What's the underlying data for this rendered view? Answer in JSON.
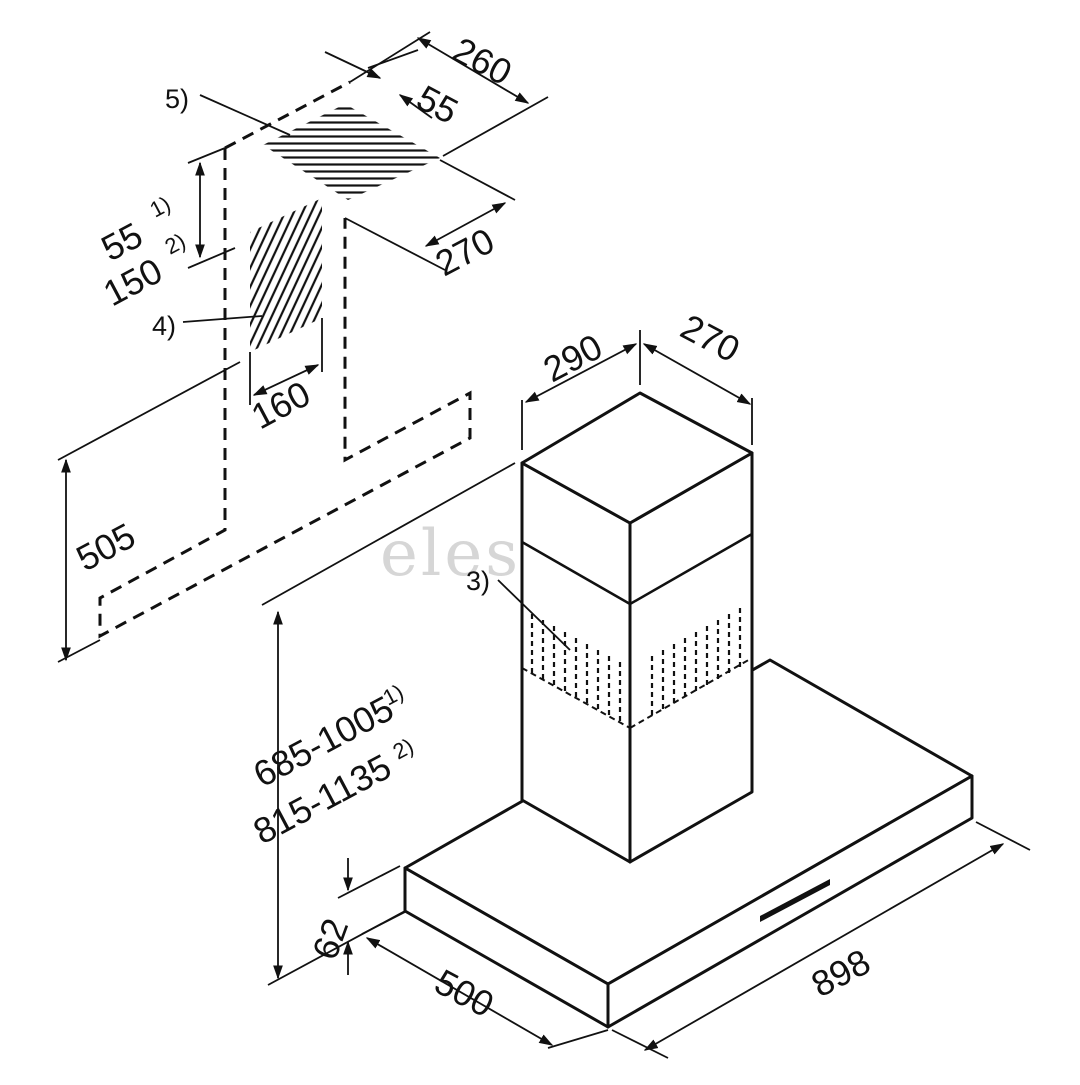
{
  "diagram": {
    "watermark": {
      "text": "elesen",
      "badge": "ele"
    },
    "dimensions": {
      "duct_depth_top": "260",
      "duct_offset_top": "55",
      "duct_width_top": "270",
      "outlet_offset_line1": "55",
      "outlet_offset_line1_mark": "1)",
      "outlet_offset_line2": "150",
      "outlet_offset_line2_mark": "2)",
      "outlet_width": "160",
      "rear_height": "505",
      "chimney_depth": "290",
      "chimney_width": "270",
      "height_range_line1": "685-1005",
      "height_range_line1_mark": "1)",
      "height_range_line2": "815-1135",
      "height_range_line2_mark": "2)",
      "canopy_thickness": "62",
      "canopy_depth": "500",
      "canopy_width": "898"
    },
    "callouts": {
      "ceiling_cutout": "5)",
      "wall_cutout": "4)",
      "vent_slots": "3)"
    }
  }
}
